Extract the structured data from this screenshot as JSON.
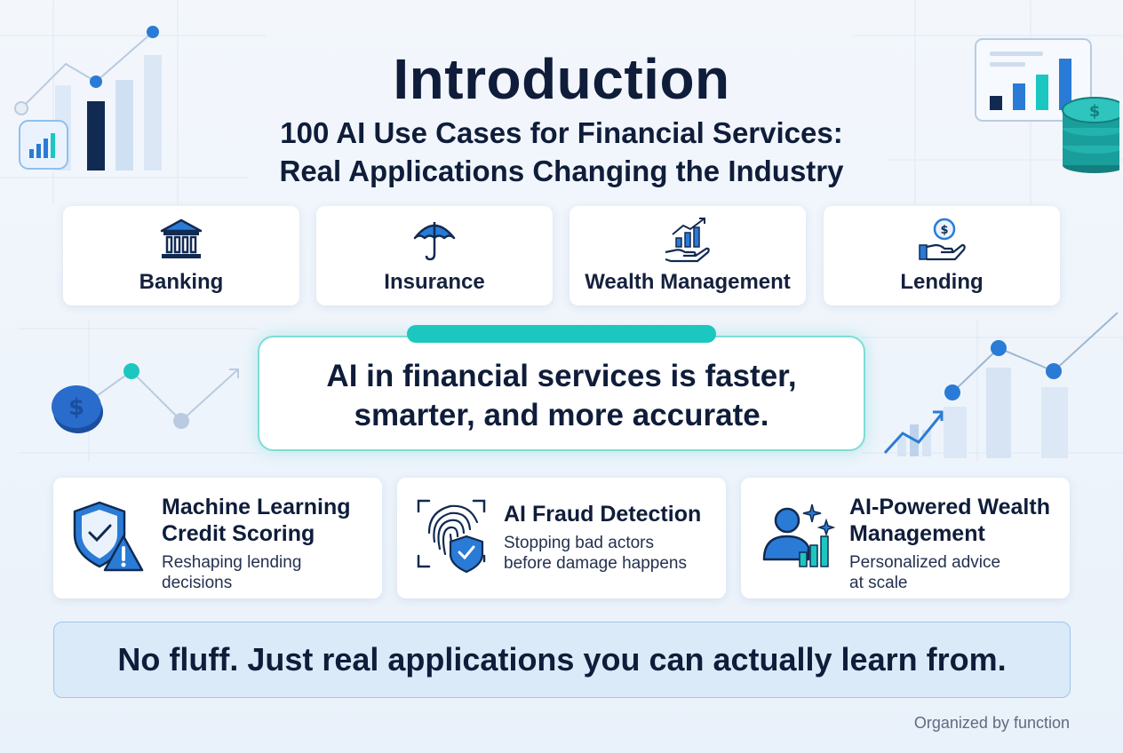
{
  "header": {
    "title": "Introduction",
    "subtitle_line1": "100 AI Use Cases for Financial Services:",
    "subtitle_line2": "Real Applications Changing the Industry"
  },
  "categories": [
    {
      "label": "Banking",
      "icon": "bank-icon"
    },
    {
      "label": "Insurance",
      "icon": "umbrella-icon"
    },
    {
      "label": "Wealth Management",
      "icon": "growth-hand-icon"
    },
    {
      "label": "Lending",
      "icon": "coin-hand-icon"
    }
  ],
  "statement": {
    "line1": "AI in financial services is faster,",
    "line2": "smarter, and more accurate."
  },
  "features": [
    {
      "title_line1": "Machine Learning",
      "title_line2": "Credit Scoring",
      "desc_line1": "Reshaping lending",
      "desc_line2": "decisions",
      "icon": "shield-warning-icon"
    },
    {
      "title_line1": "AI Fraud Detection",
      "title_line2": "",
      "desc_line1": "Stopping bad actors",
      "desc_line2": "before damage happens",
      "icon": "fingerprint-shield-icon"
    },
    {
      "title_line1": "AI-Powered Wealth",
      "title_line2": "Management",
      "desc_line1": "Personalized advice",
      "desc_line2": "at scale",
      "icon": "person-chart-icon"
    }
  ],
  "banner": {
    "text": "No fluff. Just real applications you can actually learn from."
  },
  "footnote": "Organized by function",
  "colors": {
    "navy": "#0f1d3a",
    "primary_blue": "#1f6fd1",
    "teal": "#1cc7c0",
    "light_blue": "#cfe0f3",
    "background": "#eef4fb"
  }
}
